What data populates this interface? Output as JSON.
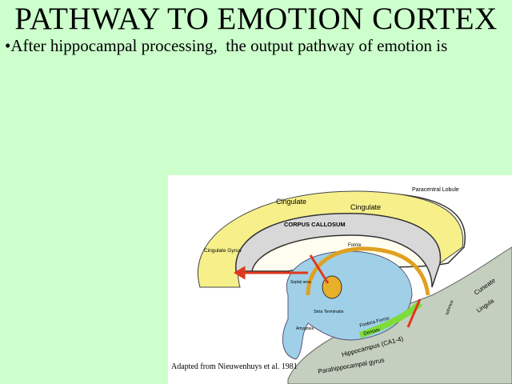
{
  "slide": {
    "title": "PATHWAY TO EMOTION CORTEX",
    "bullet_marker": "•",
    "bullet_text": "After hippocampal processing,  the output pathway of emotion is"
  },
  "figure": {
    "caption": "Adapted from Nieuwenhuys et al. 1981",
    "labels": {
      "paracentral_lobule": "Paracentral Lobule",
      "cingulate_1": "Cingulate",
      "cingulate_2": "Cingulate",
      "corpus_callosum": "CORPUS CALLOSUM",
      "cingulate_gyrus": "Cingulate Gyrus",
      "fornix": "Fornix",
      "stria_terminalis": "Stria Terminalis",
      "fimbria_fornix": "Fimbria Fornix",
      "dentate": "Dentate",
      "hippocampus": "Hippocampus (CA1-4)",
      "parahippocampal": "Parahippocampal gyrus",
      "cuneate": "Cuneate",
      "lingula": "Lingula",
      "isthmus": "Isthmus",
      "septal": "Septal area",
      "amygdala": "Amygdala"
    },
    "colors": {
      "cingulate": "#f7f08a",
      "corpus_callosum": "#d8d8d8",
      "blue_structures": "#9fd0e8",
      "green_tissue": "#c5cfbf",
      "fimbria": "#7ddc3a",
      "arrows": "#e0381f",
      "thalamus": "#e8b02a"
    }
  }
}
